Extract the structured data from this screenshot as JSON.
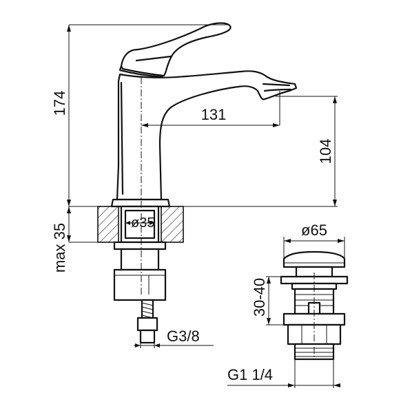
{
  "faucet": {
    "height_label": "174",
    "reach_label": "131",
    "spout_height_label": "104",
    "mount_depth_label": "max 35",
    "hole_diameter_label": "ø35",
    "connection_thread_label": "G3/8"
  },
  "drain": {
    "cap_diameter_label": "ø65",
    "worktop_range_label": "30-40",
    "thread_label": "G1 1/4"
  },
  "colors": {
    "line": "#111111",
    "background": "#ffffff"
  }
}
